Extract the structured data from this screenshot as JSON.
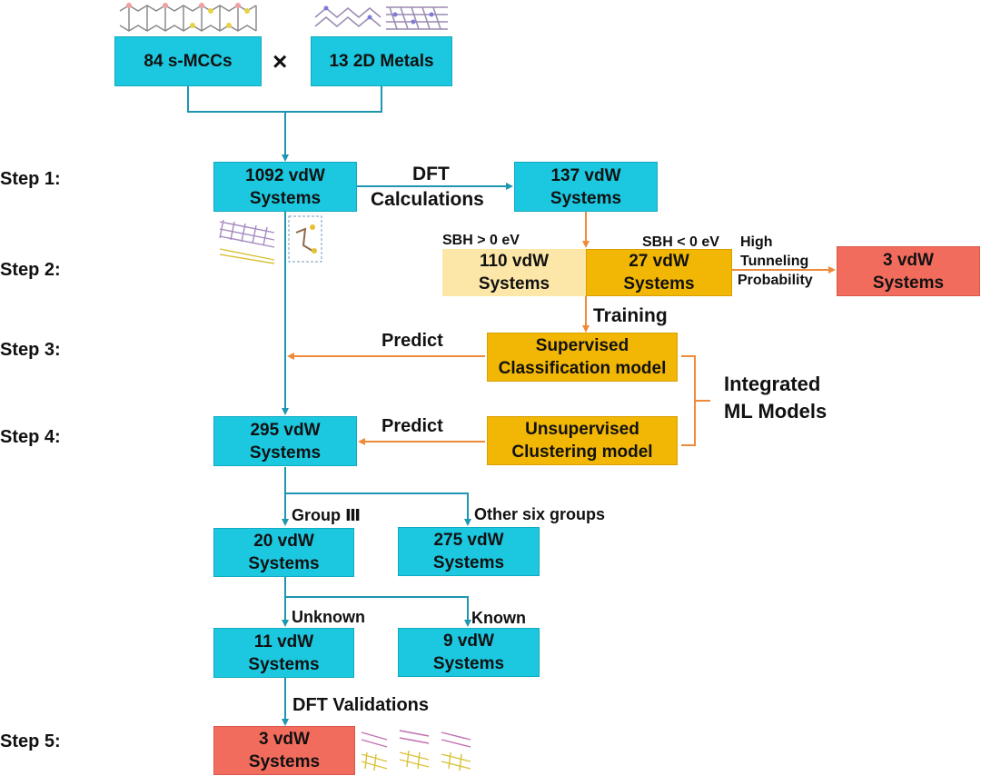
{
  "inputs": {
    "left": "84 s-MCCs",
    "right": "13 2D Metals",
    "times": "×"
  },
  "steps": [
    "Step 1:",
    "Step 2:",
    "Step 3:",
    "Step 4:",
    "Step 5:"
  ],
  "boxes": {
    "b1092": [
      "1092 vdW",
      "Systems"
    ],
    "b137": [
      "137 vdW",
      "Systems"
    ],
    "b110": [
      "110 vdW",
      "Systems"
    ],
    "b27": [
      "27 vdW",
      "Systems"
    ],
    "b3top": [
      "3 vdW",
      "Systems"
    ],
    "supervised": [
      "Supervised",
      "Classification model"
    ],
    "unsupervised": [
      "Unsupervised",
      "Clustering model"
    ],
    "b295": [
      "295 vdW",
      "Systems"
    ],
    "b20": [
      "20 vdW",
      "Systems"
    ],
    "b275": [
      "275 vdW",
      "Systems"
    ],
    "b11": [
      "11 vdW",
      "Systems"
    ],
    "b9": [
      "9 vdW",
      "Systems"
    ],
    "b3bottom": [
      "3 vdW",
      "Systems"
    ]
  },
  "labels": {
    "dft_calc": [
      "DFT",
      "Calculations"
    ],
    "sbh_pos": "SBH > 0 eV",
    "sbh_neg": "SBH < 0 eV",
    "tunneling": [
      "High",
      "Tunneling",
      "Probability"
    ],
    "training": "Training",
    "predict1": "Predict",
    "predict2": "Predict",
    "integrated": [
      "Integrated",
      "ML Models"
    ],
    "group3": "Group Ⅲ",
    "other_groups": "Other six groups",
    "unknown": "Unknown",
    "known": "Known",
    "dft_validations": "DFT Validations"
  },
  "colors": {
    "cyan": "#1bc8e0",
    "teal_line": "#1e96b0",
    "orange": "#f2b705",
    "orange_line": "#ee8a3a",
    "light_orange": "#fde7a8",
    "red": "#f26c5d"
  },
  "icons": [
    "crystal-structure-illustrations"
  ]
}
